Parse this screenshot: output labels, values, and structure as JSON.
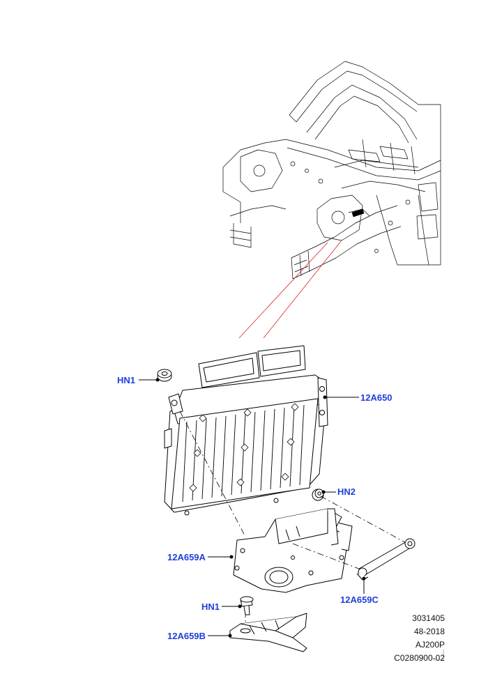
{
  "colors": {
    "callout_text": "#1f3fd8",
    "line": "#000000",
    "guide_line": "#e02020"
  },
  "callouts": {
    "hn1_top": "HN1",
    "module": "12A650",
    "hn2": "HN2",
    "bracket_a": "12A659A",
    "bracket_c": "12A659C",
    "hn1_bottom": "HN1",
    "bracket_b": "12A659B"
  },
  "reference": {
    "illustration_number": "3031405",
    "section": "48-2018",
    "engine": "AJ200P",
    "catalogue_code": "C0280900-02"
  }
}
